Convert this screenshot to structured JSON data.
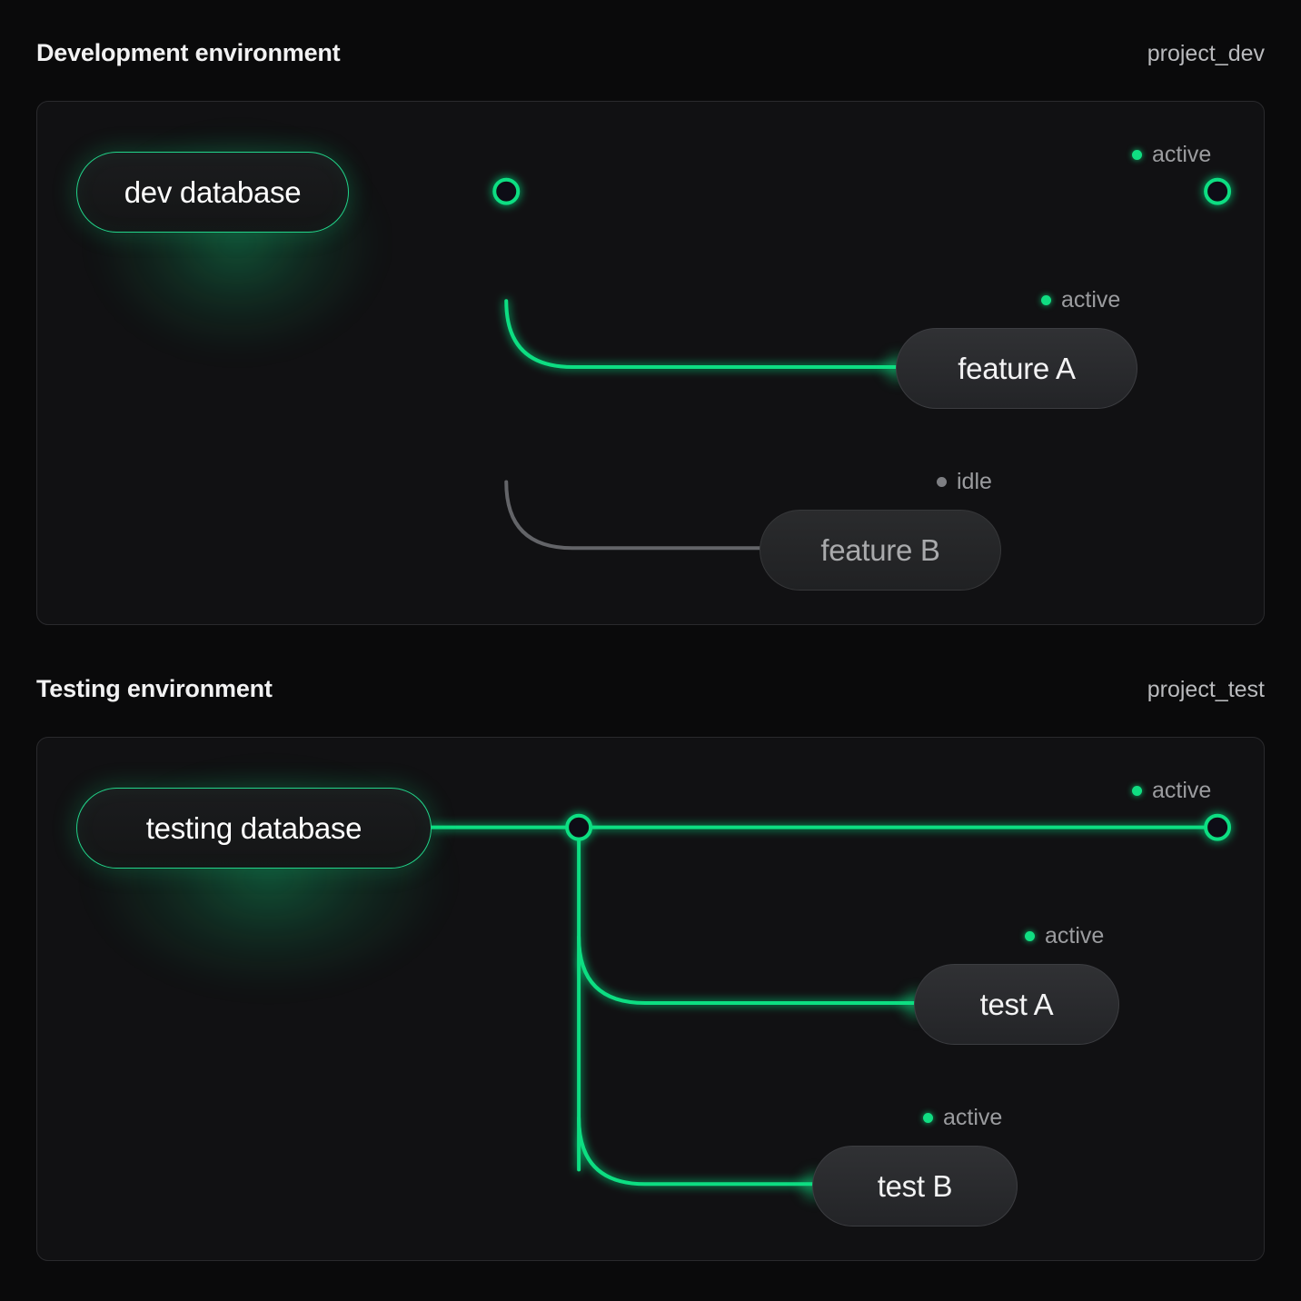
{
  "theme": {
    "page_bg": "#0a0a0b",
    "card_bg": "#111113",
    "card_border": "#2a2a2d",
    "accent_green": "#10de82",
    "accent_green_bright": "#22d48a",
    "idle_gray": "#6c6d70",
    "text_primary": "#f2f2f3",
    "text_muted": "#9b9c9f"
  },
  "sections": [
    {
      "id": "dev",
      "title": "Development environment",
      "project": "project_dev",
      "source": {
        "label": "dev database",
        "status": "active"
      },
      "endpoint": {
        "status": "active",
        "status_label": "active"
      },
      "nodes": [
        {
          "label": "feature A",
          "status": "active",
          "status_label": "active"
        },
        {
          "label": "feature B",
          "status": "idle",
          "status_label": "idle"
        }
      ]
    },
    {
      "id": "test",
      "title": "Testing environment",
      "project": "project_test",
      "source": {
        "label": "testing database",
        "status": "active"
      },
      "endpoint": {
        "status": "active",
        "status_label": "active"
      },
      "nodes": [
        {
          "label": "test A",
          "status": "active",
          "status_label": "active"
        },
        {
          "label": "test B",
          "status": "active",
          "status_label": "active"
        }
      ]
    }
  ],
  "icons": {
    "status_dot": "status-dot-icon",
    "junction": "junction-node-icon",
    "terminal": "terminal-node-icon"
  }
}
